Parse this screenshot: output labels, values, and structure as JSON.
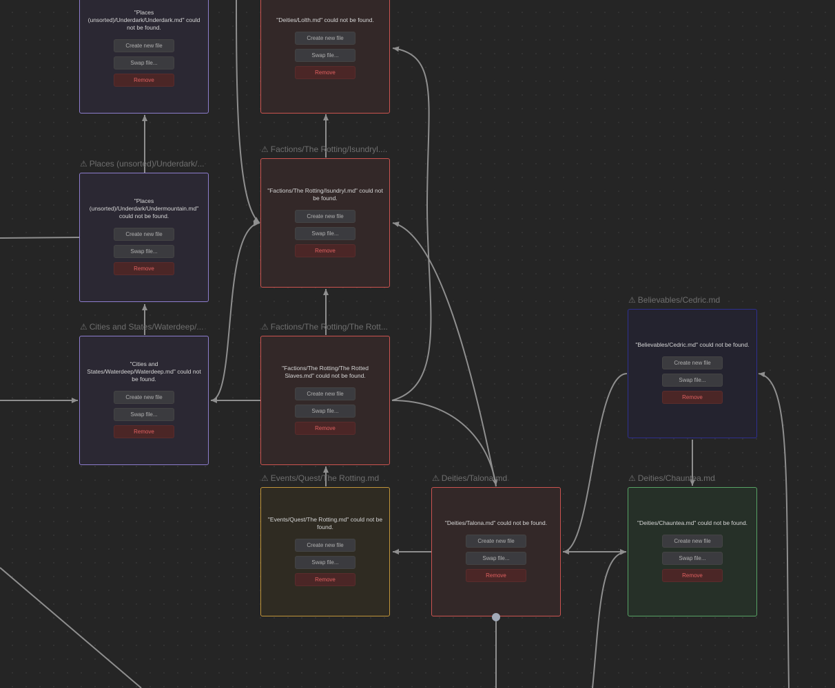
{
  "buttons": {
    "create": "Create new file",
    "swap": "Swap file...",
    "remove": "Remove"
  },
  "nodes": {
    "underdark": {
      "title": "",
      "message": "\"Places (unsorted)/Underdark/Underdark.md\" could not be found."
    },
    "lolth": {
      "title": "",
      "message": "\"Deities/Lolth.md\" could not be found."
    },
    "undermountain": {
      "title": "Places (unsorted)/Underdark/...",
      "message": "\"Places (unsorted)/Underdark/Undermountain.md\" could not be found."
    },
    "isundryl": {
      "title": "Factions/The Rotting/Isundryl....",
      "message": "\"Factions/The Rotting/Isundryl.md\" could not be found."
    },
    "waterdeep": {
      "title": "Cities and States/Waterdeep/...",
      "message": "\"Cities and States/Waterdeep/Waterdeep.md\" could not be found."
    },
    "rotted_slaves": {
      "title": "Factions/The Rotting/The Rott...",
      "message": "\"Factions/The Rotting/The Rotted Slaves.md\" could not be found."
    },
    "cedric": {
      "title": "Believables/Cedric.md",
      "message": "\"Believables/Cedric.md\" could not be found."
    },
    "the_rotting": {
      "title": "Events/Quest/The Rotting.md",
      "message": "\"Events/Quest/The Rotting.md\" could not be found."
    },
    "talona": {
      "title": "Deities/Talona.md",
      "message": "\"Deities/Talona.md\" could not be found."
    },
    "chauntea": {
      "title": "Deities/Chauntea.md",
      "message": "\"Deities/Chauntea.md\" could not be found."
    }
  },
  "icons": {
    "warning": "⚠"
  },
  "colors": {
    "purple": "#8e7ecf",
    "red": "#cd5450",
    "yellow": "#c3963a",
    "navy": "#2e3090",
    "green": "#58a466",
    "edge": "#8f8f8f"
  }
}
